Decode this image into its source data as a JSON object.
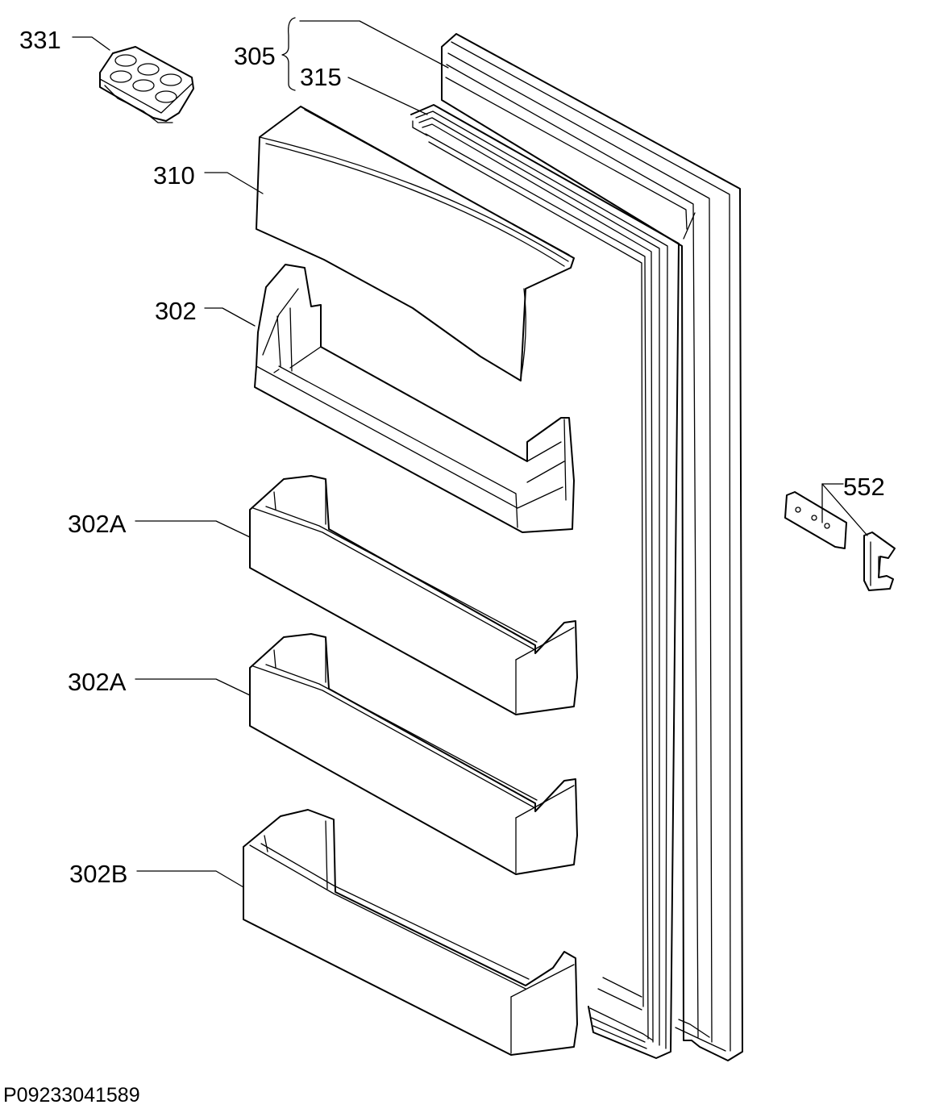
{
  "diagram": {
    "drawing_code": "P09233041589",
    "callouts": {
      "egg_tray": "331",
      "door_assembly": "305",
      "gasket": "315",
      "shelf_cover": "310",
      "upper_shelf": "302",
      "middle_shelf_1": "302A",
      "middle_shelf_2": "302A",
      "bottom_shelf": "302B",
      "hinge_bracket": "552"
    }
  }
}
